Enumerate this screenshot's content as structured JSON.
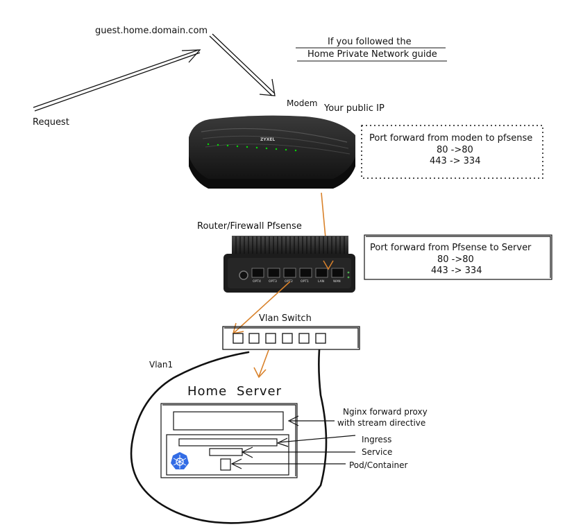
{
  "diagram": {
    "labels": {
      "domain": "guest.home.domain.com",
      "request": "Request",
      "guide_line1": "If you followed the",
      "guide_line2": "Home Private Network guide",
      "modem": "Modem",
      "public_ip": "Your public IP",
      "router": "Router/Firewall Pfsense",
      "switch": "Vlan Switch",
      "vlan": "Vlan1",
      "server_word1": "Home",
      "server_word2": "Server",
      "nginx_line1": "Nginx forward proxy",
      "nginx_line2": "with stream directive",
      "ingress": "Ingress",
      "service": "Service",
      "pod": "Pod/Container"
    },
    "modem_note": {
      "title": "Port forward from moden to pfsense",
      "rule1": "80 ->80",
      "rule2": "443 -> 334"
    },
    "pfsense_note": {
      "title": "Port forward from Pfsense to Server",
      "rule1": "80 ->80",
      "rule2": "443 -> 334"
    },
    "modem_brand": "ZYXEL",
    "router_ports": [
      "OPT4",
      "OPT3",
      "OPT2",
      "OPT1",
      "LAN",
      "WAN"
    ],
    "colors": {
      "ink": "#111111",
      "flow": "#d9822b",
      "k8s": "#326ce5",
      "device": "#1c1c1c"
    },
    "icons": [
      "kubernetes-icon"
    ]
  }
}
